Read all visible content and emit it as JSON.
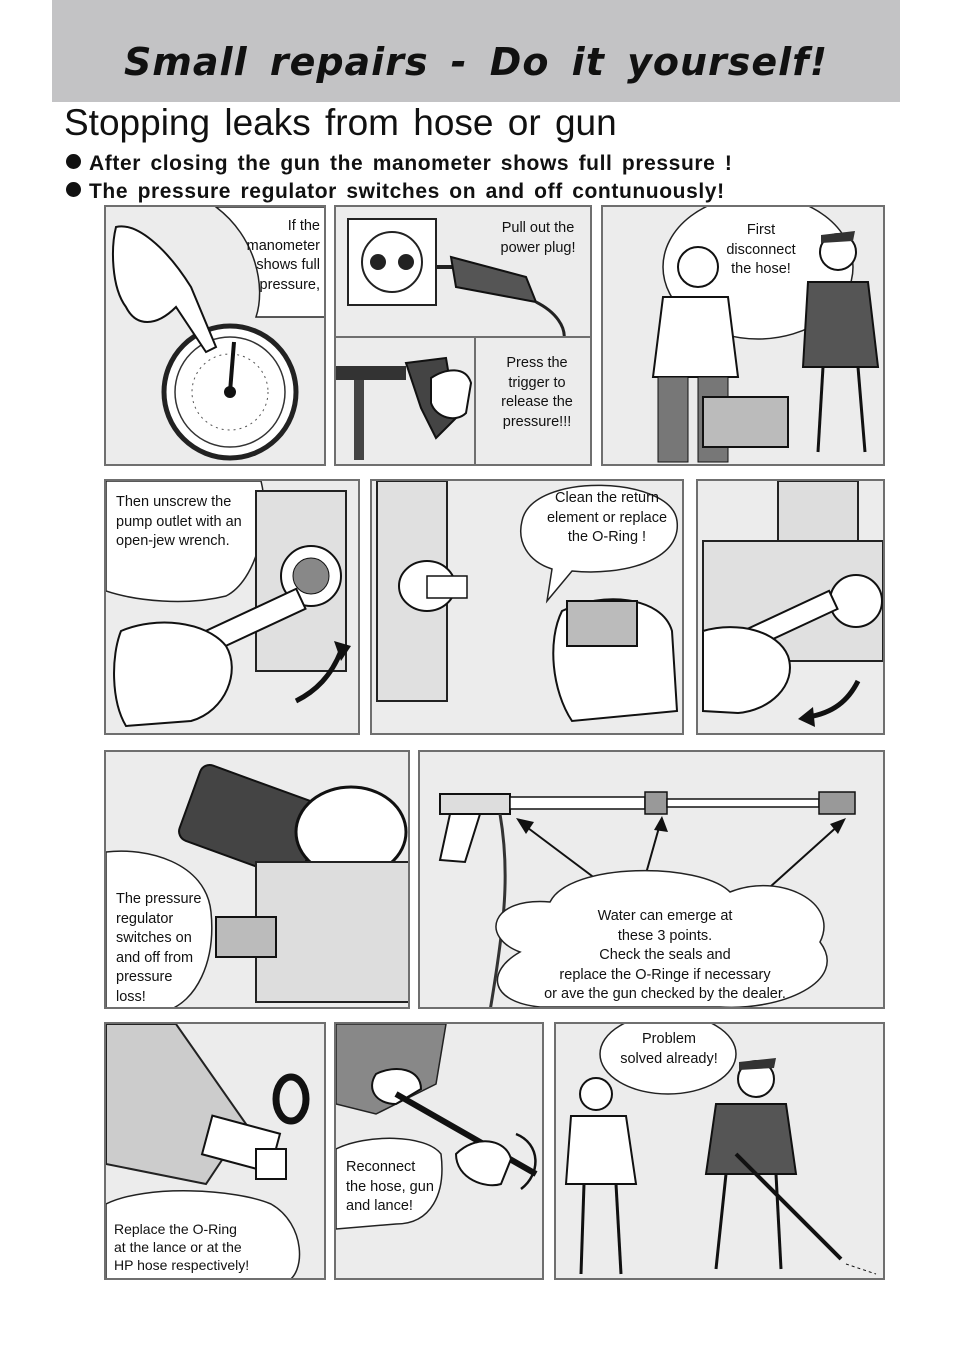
{
  "header": {
    "banner_title": "Small repairs - Do it yourself!",
    "heading": "Stopping leaks from hose or gun",
    "bullets": [
      "After closing the gun the manometer shows full pressure !",
      "The pressure regulator switches on and off contunuously!"
    ]
  },
  "panels": {
    "p1": [
      "If the",
      "manometer",
      "shows full",
      "pressure,"
    ],
    "p2": [
      "Pull out the",
      "power plug!"
    ],
    "p3": [
      "Press the",
      "trigger to",
      "release the",
      "pressure!!!"
    ],
    "p4": [
      "First",
      "disconnect",
      "the hose!"
    ],
    "p5": [
      "Then unscrew the",
      "pump outlet with an",
      "open-jew wrench."
    ],
    "p6": [
      "Clean the return",
      "element or replace",
      "the O-Ring !"
    ],
    "p8": [
      "The pressure",
      "regulator",
      "switches on",
      "and off from",
      "pressure",
      "loss!"
    ],
    "p9": [
      "Water can emerge at",
      "these 3 points.",
      "Check the seals and",
      "replace the O-Ringe if necessary",
      "or ave the gun checked by the dealer."
    ],
    "p10": [
      "Replace  the  O-Ring",
      "at the lance or at the",
      "HP  hose  respectively!"
    ],
    "p11": [
      "Reconnect",
      " the hose, gun",
      "and lance!"
    ],
    "p12": [
      "Problem",
      "solved already!"
    ]
  },
  "colors": {
    "banner": "#c3c3c5",
    "panel": "#ececec",
    "ink": "#111111"
  }
}
